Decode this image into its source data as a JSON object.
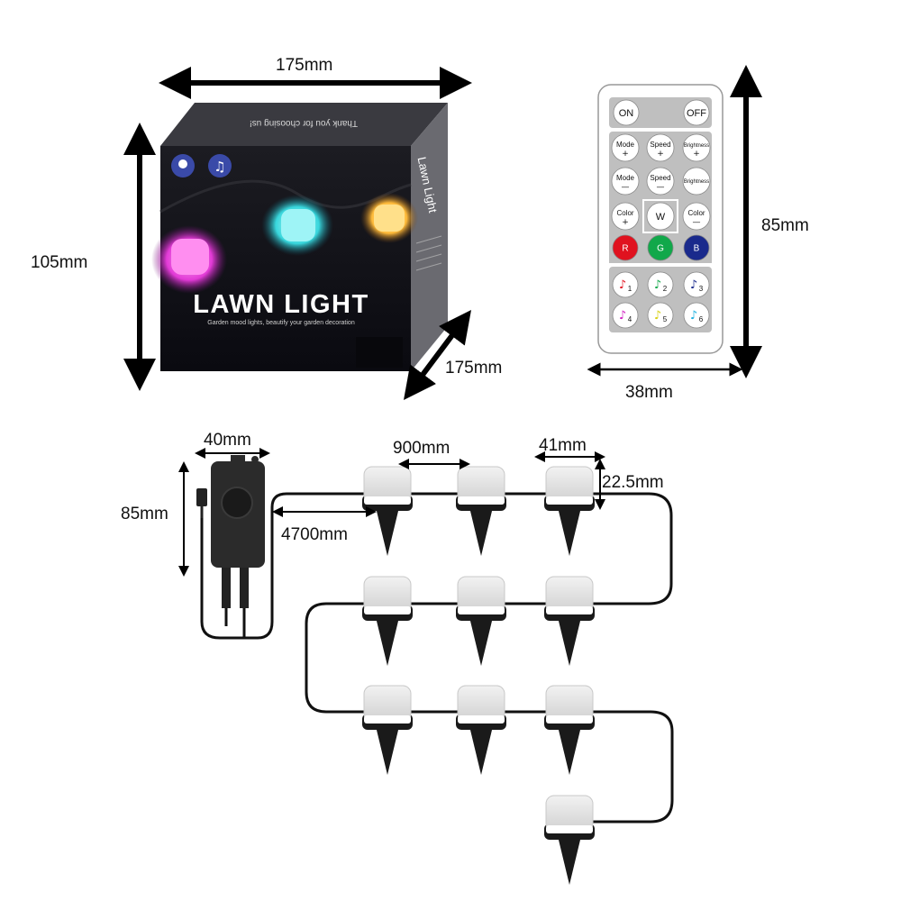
{
  "box": {
    "width_label": "175mm",
    "height_label": "105mm",
    "depth_label": "175mm",
    "top_text": "Thank you for choosing us!",
    "side_title": "Lawn Light",
    "front_title": "LAWN LIGHT",
    "front_subtitle": "Garden mood lights, beautify your garden decoration",
    "icon_colors": [
      "#ff2fd0",
      "#2fe0e0",
      "#ffb030"
    ]
  },
  "remote": {
    "height_label": "85mm",
    "width_label": "38mm",
    "on": "ON",
    "off": "OFF",
    "row1": [
      {
        "label": "Mode",
        "sign": "+"
      },
      {
        "label": "Speed",
        "sign": "+"
      },
      {
        "label": "Brightness",
        "sign": "+"
      }
    ],
    "row2": [
      {
        "label": "Mode",
        "sign": "—"
      },
      {
        "label": "Speed",
        "sign": "—"
      },
      {
        "label": "Brightness",
        "sign": ""
      }
    ],
    "row3": [
      {
        "label": "Color",
        "sign": "+"
      },
      {
        "label": "W",
        "sign": ""
      },
      {
        "label": "Color",
        "sign": "—"
      }
    ],
    "rgb": [
      {
        "label": "R",
        "color": "#e0121f"
      },
      {
        "label": "G",
        "color": "#11a84a"
      },
      {
        "label": "B",
        "color": "#1a2a8c"
      }
    ],
    "music": [
      {
        "num": "1",
        "color": "#e0121f"
      },
      {
        "num": "2",
        "color": "#11a84a"
      },
      {
        "num": "3",
        "color": "#1a2a8c"
      },
      {
        "num": "4",
        "color": "#d01cc0"
      },
      {
        "num": "5",
        "color": "#d8d010"
      },
      {
        "num": "6",
        "color": "#1ab0e0"
      }
    ]
  },
  "controller": {
    "width_label": "40mm",
    "height_label": "85mm"
  },
  "lights": {
    "spacing_label": "900mm",
    "lamp_width_label": "41mm",
    "lamp_height_label": "22.5mm",
    "lead_label": "4700mm"
  }
}
